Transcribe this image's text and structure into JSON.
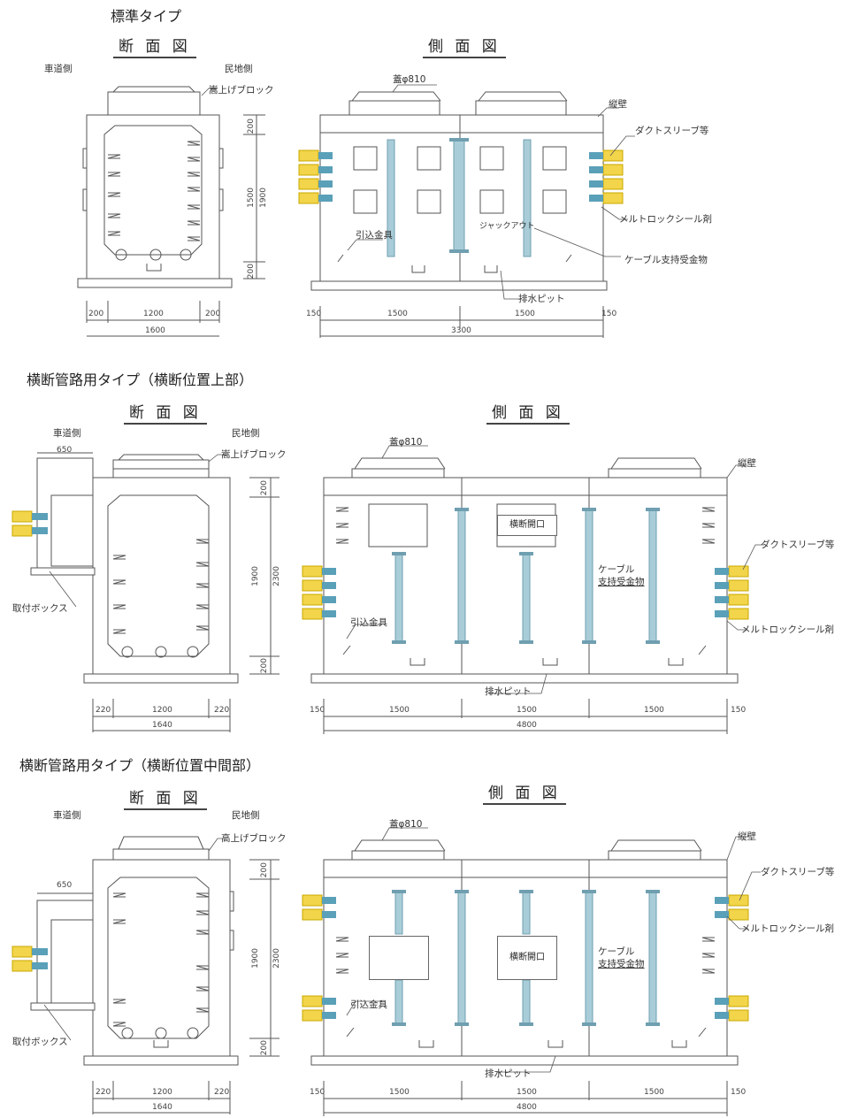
{
  "sections": [
    {
      "title": "標準タイプ",
      "cross_title": "断 面 図",
      "side_title": "側 面 図",
      "road_side": "車道側",
      "private_side": "民地側",
      "raise_block": "嵩上げブロック",
      "cover": "蓋φ810",
      "side_wall": "縦壁",
      "duct_sleeve": "ダクトスリーブ等",
      "seal": "メルトロックシール剤",
      "pull_in": "引込金具",
      "jack": "ジャックアウト",
      "cable_support": "ケーブル支持受金物",
      "drain_pit": "排水ピット",
      "cross_dims_h": [
        "200",
        "1200",
        "200"
      ],
      "cross_total": "1600",
      "cross_dims_v": [
        "200",
        "1500",
        "200"
      ],
      "cross_total_v": "1900",
      "side_dims_h": [
        "150",
        "1500",
        "1500",
        "150"
      ],
      "side_total": "3300"
    },
    {
      "title": "横断管路用タイプ（横断位置上部）",
      "cross_title": "断 面 図",
      "side_title": "側 面 図",
      "road_side": "車道側",
      "private_side": "民地側",
      "raise_block": "嵩上げブロック",
      "cover": "蓋φ810",
      "side_wall": "縦壁",
      "duct_sleeve": "ダクトスリーブ等",
      "seal": "メルトロックシール剤",
      "pull_in": "引込金具",
      "cross_opening": "横断開口",
      "cable_support_1": "ケーブル",
      "cable_support_2": "支持受金物",
      "drain_pit": "排水ピット",
      "mount_box": "取付ボックス",
      "box_width": "650",
      "cross_dims_h": [
        "220",
        "1200",
        "220"
      ],
      "cross_total": "1640",
      "cross_dims_v": [
        "200",
        "1900",
        "200"
      ],
      "cross_total_v": "2300",
      "side_dims_h": [
        "150",
        "1500",
        "1500",
        "1500",
        "150"
      ],
      "side_total": "4800"
    },
    {
      "title": "横断管路用タイプ（横断位置中間部）",
      "cross_title": "断 面 図",
      "side_title": "側 面 図",
      "road_side": "車道側",
      "private_side": "民地側",
      "raise_block": "高上げブロック",
      "cover": "蓋φ810",
      "side_wall": "縦壁",
      "duct_sleeve": "ダクトスリーブ等",
      "seal": "メルトロックシール剤",
      "pull_in": "引込金具",
      "cross_opening": "横断開口",
      "cable_support_1": "ケーブル",
      "cable_support_2": "支持受金物",
      "drain_pit": "排水ピット",
      "mount_box": "取付ボックス",
      "box_width": "650",
      "cross_dims_h": [
        "220",
        "1200",
        "220"
      ],
      "cross_total": "1640",
      "cross_dims_v": [
        "200",
        "1900",
        "200"
      ],
      "cross_total_v": "2300",
      "side_dims_h": [
        "150",
        "1500",
        "1500",
        "1500",
        "150"
      ],
      "side_total": "4800"
    }
  ],
  "colors": {
    "line": "#555555",
    "duct_yellow": "#f2d54a",
    "duct_blue": "#5aa0b8",
    "support_blue": "#a9cdd8",
    "support_dark": "#6f9fb0"
  }
}
